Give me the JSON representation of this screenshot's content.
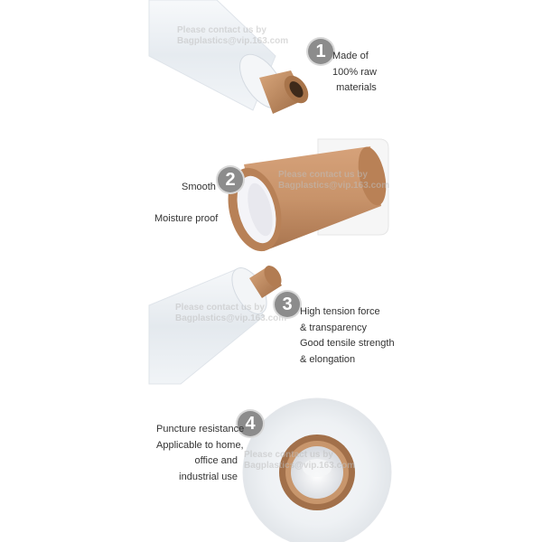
{
  "watermark": {
    "line1": "Please contact us by",
    "line2": "Bagplastics@vip.163.com"
  },
  "features": [
    {
      "number": "1",
      "lines": [
        "Made of",
        "100% raw",
        "materials"
      ]
    },
    {
      "number": "2",
      "lines": [
        "Smooth",
        "Moisture proof"
      ]
    },
    {
      "number": "3",
      "lines": [
        "High tension force",
        "& transparency",
        "Good tensile strength",
        "& elongation"
      ]
    },
    {
      "number": "4",
      "lines": [
        "Puncture resistance",
        "Applicable to home,",
        "office and",
        "industrial use"
      ]
    }
  ],
  "colors": {
    "badge": "#8c8c8c",
    "text": "#333333",
    "kraft": "#c8936a",
    "film": "#eef2f6"
  }
}
